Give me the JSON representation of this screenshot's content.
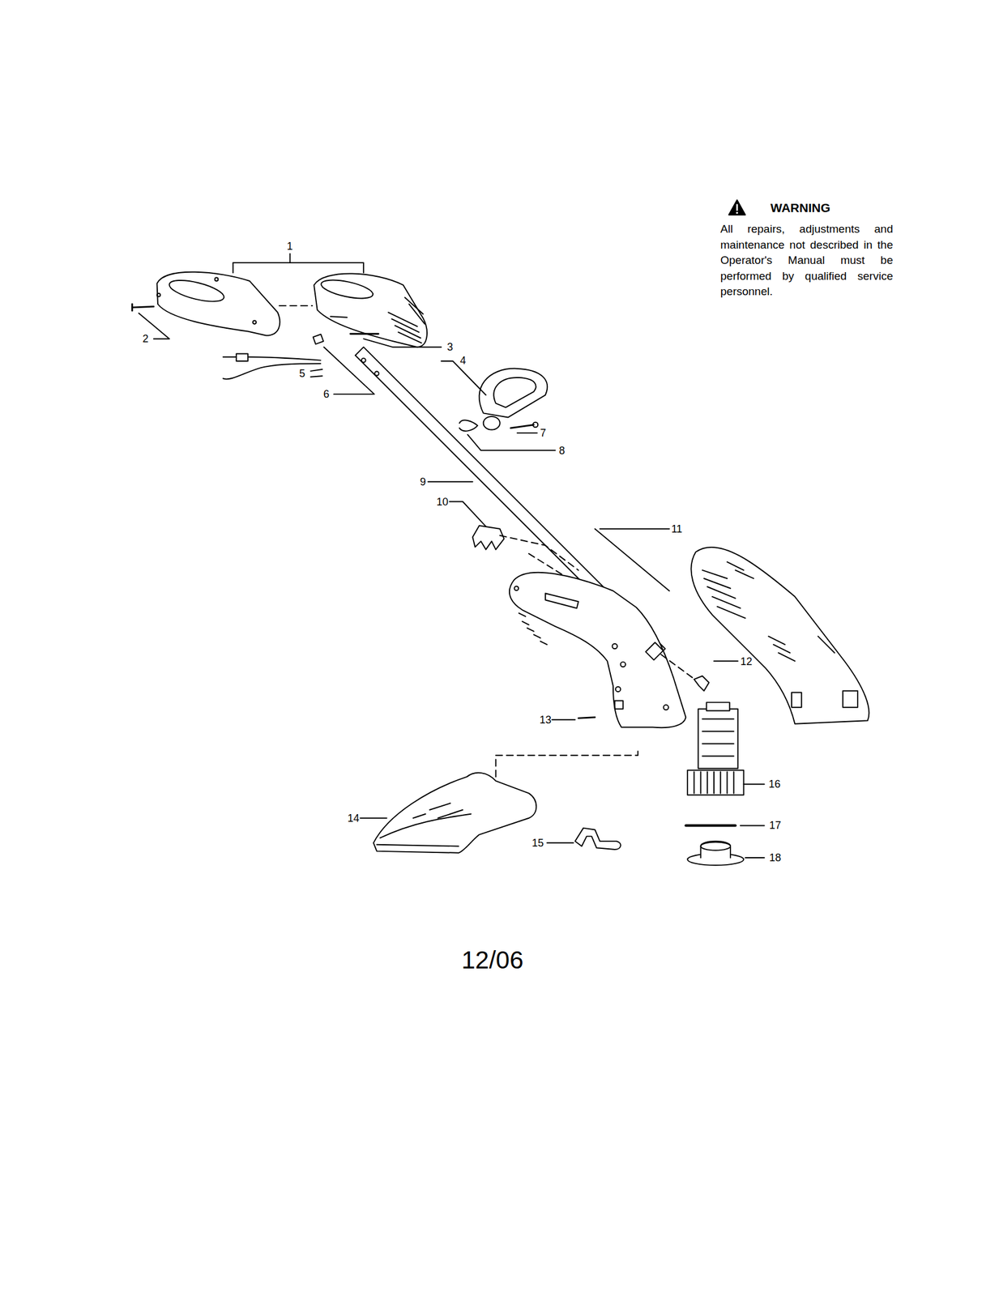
{
  "diagram": {
    "labels": [
      "1",
      "2",
      "3",
      "4",
      "5",
      "6",
      "7",
      "8",
      "9",
      "10",
      "11",
      "12",
      "13",
      "14",
      "15",
      "16",
      "17",
      "18",
      "WARNING",
      "All repairs, adjustments and maintenance not described in the Operator's Manual must be performed by qualified service personnel.",
      "12/06"
    ]
  }
}
